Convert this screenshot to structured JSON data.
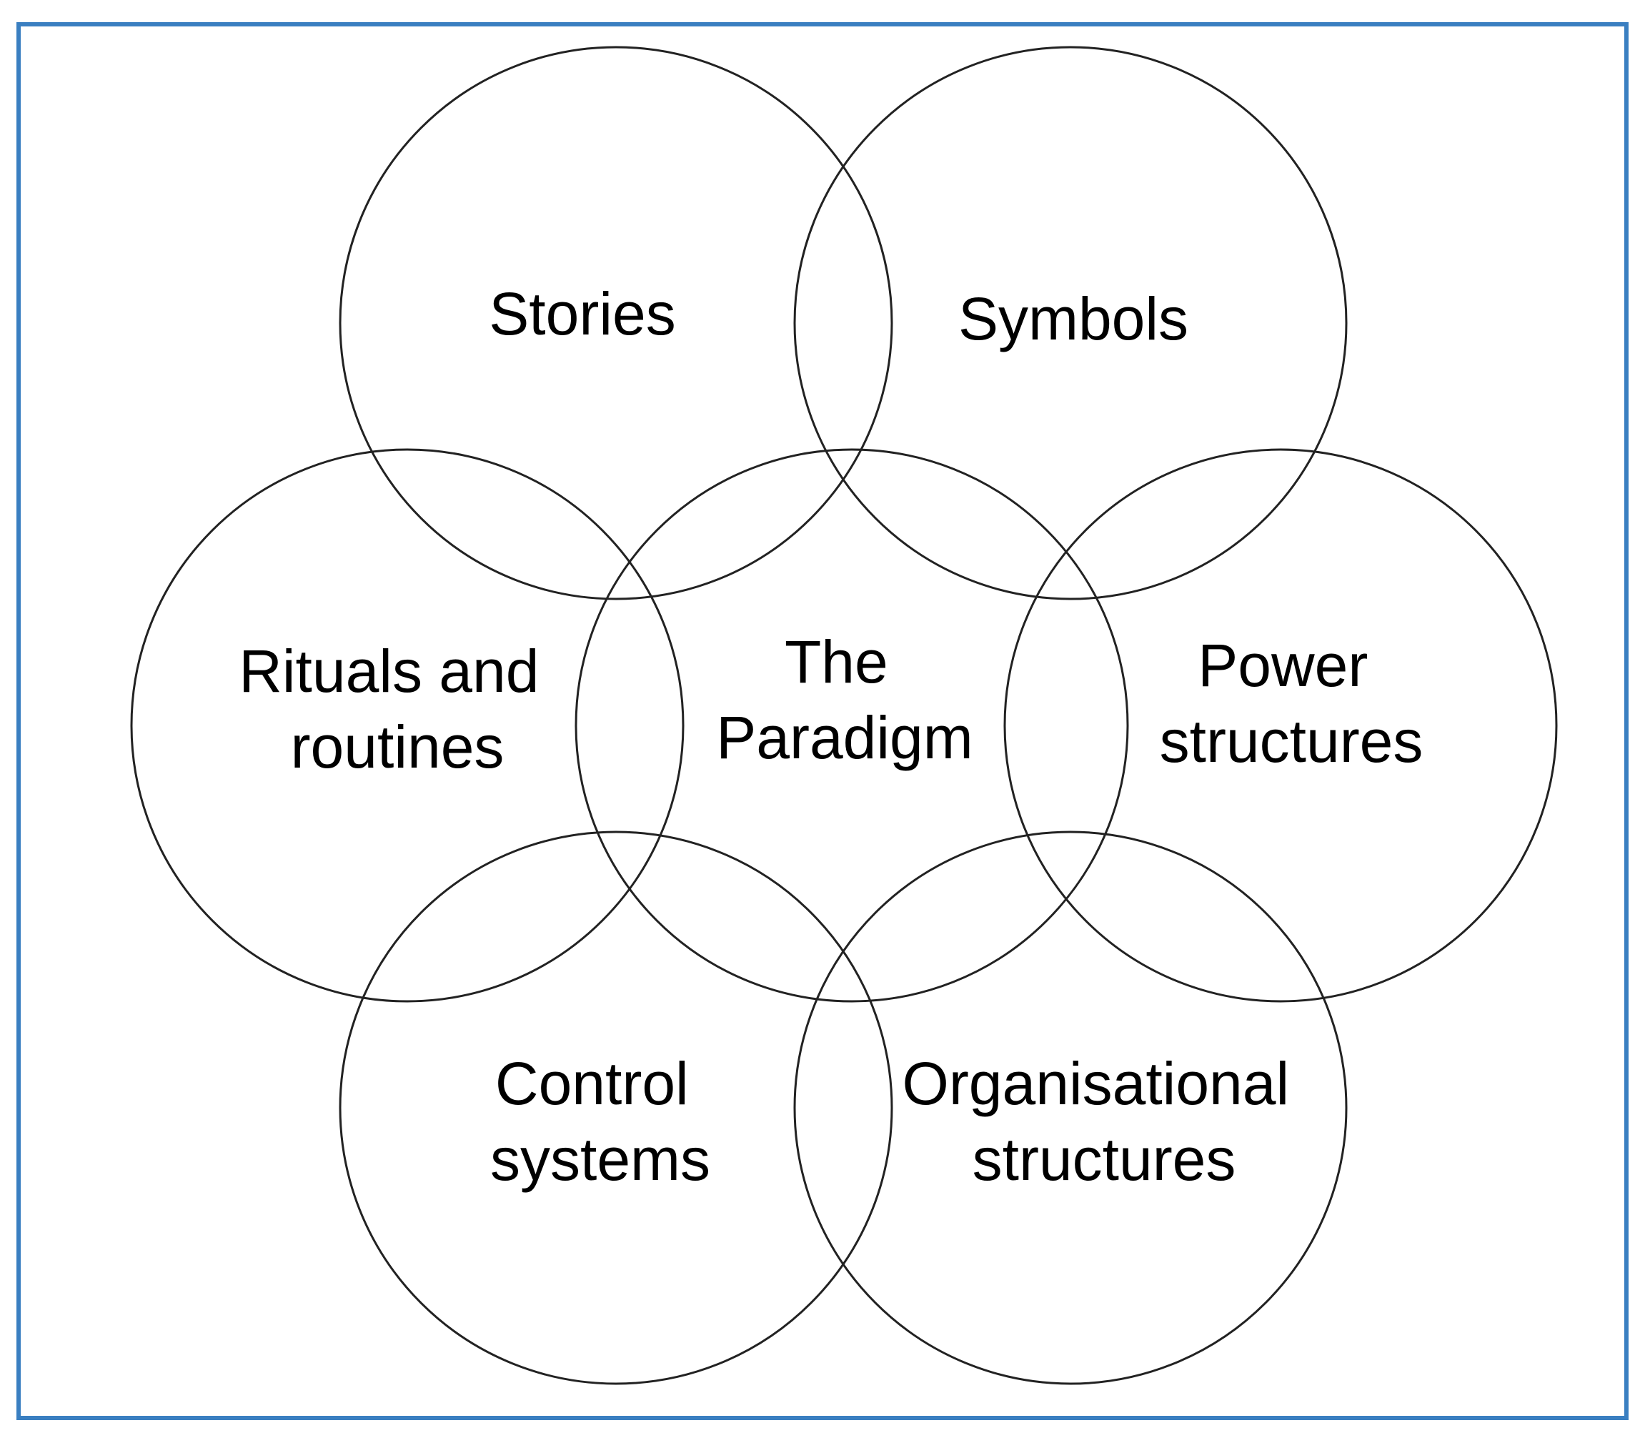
{
  "diagram": {
    "border_color": "#3a7fc1",
    "stroke_color": "#222222",
    "text_color": "#000000",
    "circles": [
      {
        "id": "stories",
        "lines": [
          "Stories"
        ]
      },
      {
        "id": "symbols",
        "lines": [
          "Symbols"
        ]
      },
      {
        "id": "rituals",
        "lines": [
          "Rituals and",
          "routines"
        ]
      },
      {
        "id": "paradigm",
        "lines": [
          "The",
          "Paradigm"
        ]
      },
      {
        "id": "power",
        "lines": [
          "Power",
          "structures"
        ]
      },
      {
        "id": "control",
        "lines": [
          "Control",
          "systems"
        ]
      },
      {
        "id": "organisational",
        "lines": [
          "Organisational",
          "structures"
        ]
      }
    ]
  }
}
